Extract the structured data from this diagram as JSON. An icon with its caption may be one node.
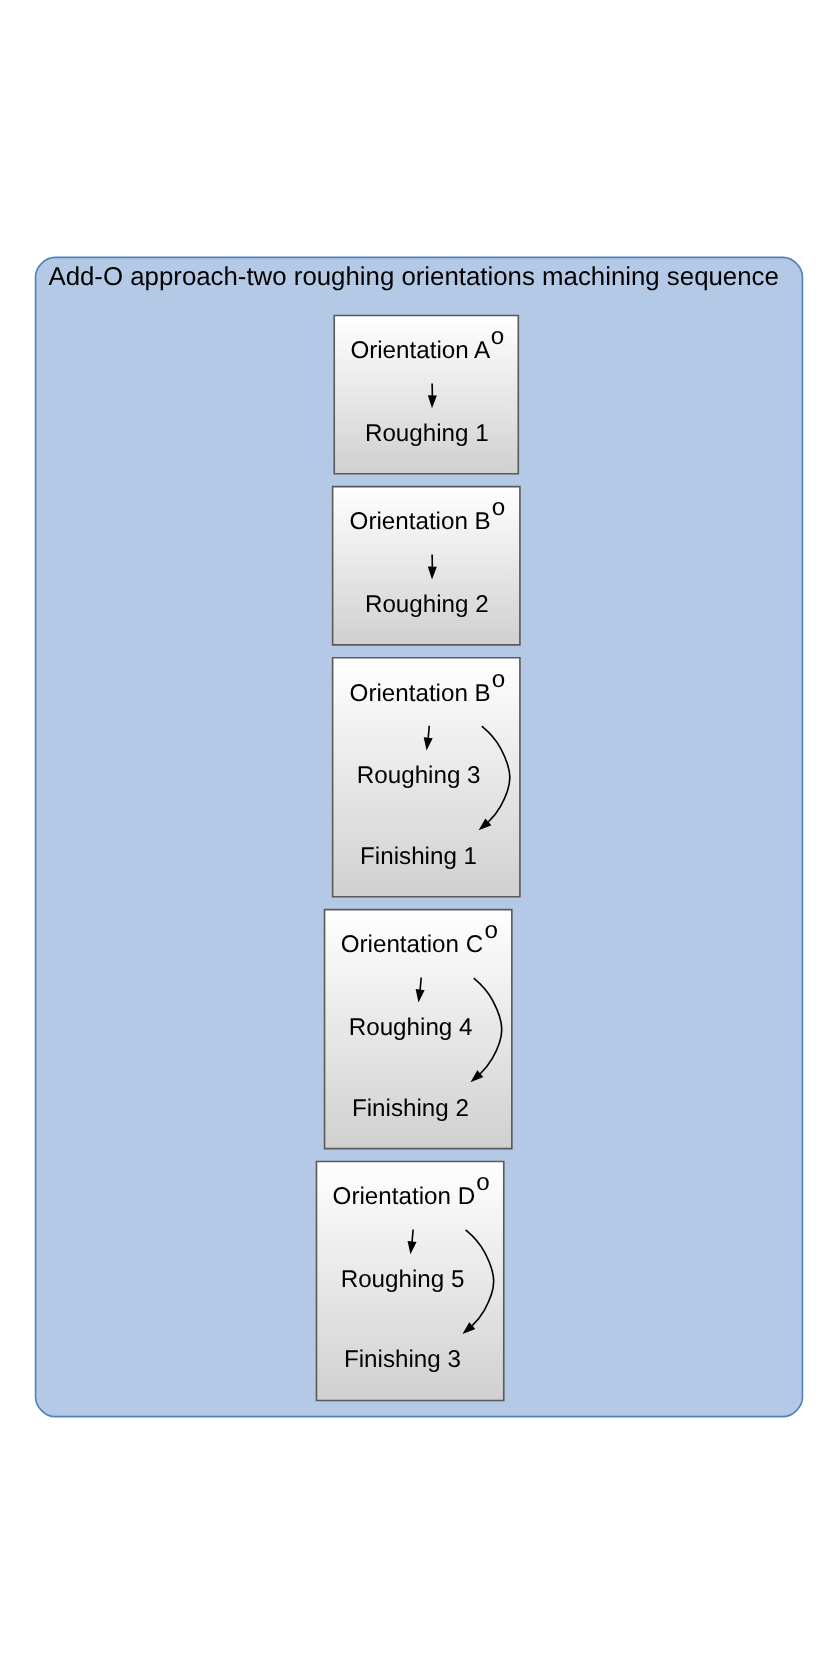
{
  "diagram": {
    "nodes": [
      {
        "text": [
          "Add-O approach-two roughing orientations machining sequence"
        ]
      },
      {
        "text": [
          "Orientation A$^{o}$"
        ],
        "in": 0
      },
      {
        "text": [
          "Roughing 1"
        ],
        "in": 1
      },
      {
        "text": [
          "Orientation B$^{o}$"
        ],
        "in": 0
      },
      {
        "text": [
          "Roughing 2"
        ],
        "in": 3
      },
      {
        "text": [
          "Orientation B$^{o}$"
        ],
        "in": 0
      },
      {
        "text": [
          "Roughing 3"
        ],
        "in": 5
      },
      {
        "text": [
          "Finishing 1"
        ],
        "in": 5
      },
      {
        "text": [
          "Orientation C$^{o}$"
        ],
        "in": 0
      },
      {
        "text": [
          "Roughing 4"
        ],
        "in": 8
      },
      {
        "text": [
          "Finishing 2"
        ],
        "in": 8
      },
      {
        "text": [
          "Orientation D$^{o}$"
        ],
        "in": 0
      },
      {
        "text": [
          "Roughing 5"
        ],
        "in": 11
      },
      {
        "text": [
          "Finishing 3"
        ],
        "in": 11
      }
    ],
    "edges": [
      {
        "from": 1,
        "to": 2,
        "arrow": "to"
      },
      {
        "from": 3,
        "to": 4,
        "arrow": "to"
      },
      {
        "from": 5,
        "to": 6,
        "arrow": "to"
      },
      {
        "from": 5,
        "to": 7,
        "arrow": "to"
      },
      {
        "from": 8,
        "to": 9,
        "arrow": "to"
      },
      {
        "from": 8,
        "to": 10,
        "arrow": "to"
      },
      {
        "from": 11,
        "to": 12,
        "arrow": "to"
      },
      {
        "from": 11,
        "to": 13,
        "arrow": "to"
      }
    ]
  }
}
